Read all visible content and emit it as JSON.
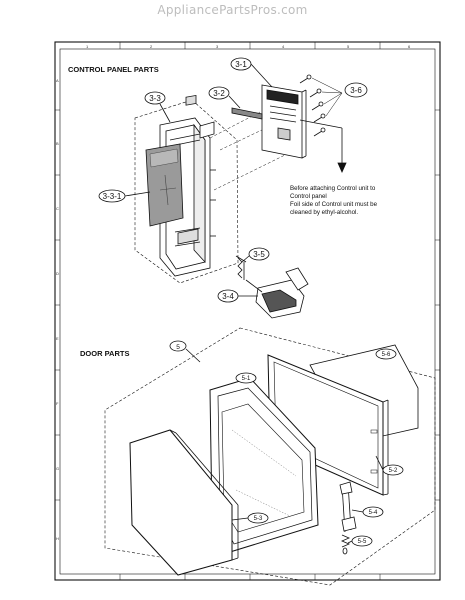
{
  "watermark": "AppliancePartsPros.com",
  "sections": {
    "control_panel": "CONTROL PANEL PARTS",
    "door": "DOOR PARTS"
  },
  "note_lines": [
    "Before attaching Control unit to",
    "Control panel",
    "Foil side of Control unit must be",
    "cleaned by ethyl-alcohol."
  ],
  "callouts": {
    "c3_1": "3-1",
    "c3_2": "3-2",
    "c3_3": "3-3",
    "c3_3_1": "3-3-1",
    "c3_4": "3-4",
    "c3_5": "3-5",
    "c3_6": "3-6",
    "c5": "5",
    "c5_1": "5-1",
    "c5_2": "5-2",
    "c5_3": "5-3",
    "c5_4": "5-4",
    "c5_5": "5-5",
    "c5_6": "5-6"
  },
  "grid": {
    "columns": [
      "1",
      "2",
      "3",
      "4",
      "5",
      "6"
    ],
    "rows": [
      "A",
      "B",
      "C",
      "D",
      "E",
      "F",
      "G",
      "H"
    ]
  }
}
